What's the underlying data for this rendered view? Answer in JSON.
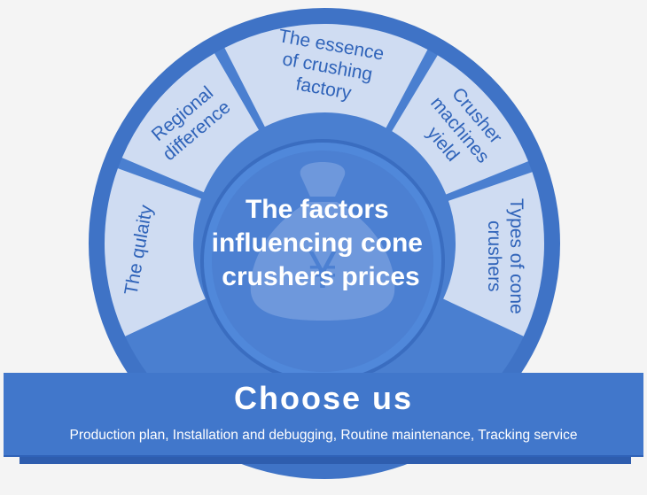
{
  "center": {
    "title_lines": [
      "The factors",
      "influencing cone",
      "crushers prices"
    ]
  },
  "segments": [
    {
      "lines": [
        "The qulaity"
      ]
    },
    {
      "lines": [
        "Regional",
        "difference"
      ]
    },
    {
      "lines": [
        "The essence",
        "of crushing",
        "factory"
      ]
    },
    {
      "lines": [
        "Crusher",
        "machines",
        "yield"
      ]
    },
    {
      "lines": [
        "Types of cone",
        "crushers"
      ]
    }
  ],
  "banner": {
    "title": "Choose us",
    "subtitle": "Production plan, Installation and debugging, Routine maintenance, Tracking service"
  },
  "colors": {
    "outer_ring": "#3f73c6",
    "segment_fill": "#cfdcf2",
    "segment_text": "#2f63b9",
    "inner_ring": "#3d70c3",
    "center_fill": "#4c80d2",
    "banner": "#4177cb"
  },
  "icons": [
    "money-bag-icon"
  ]
}
